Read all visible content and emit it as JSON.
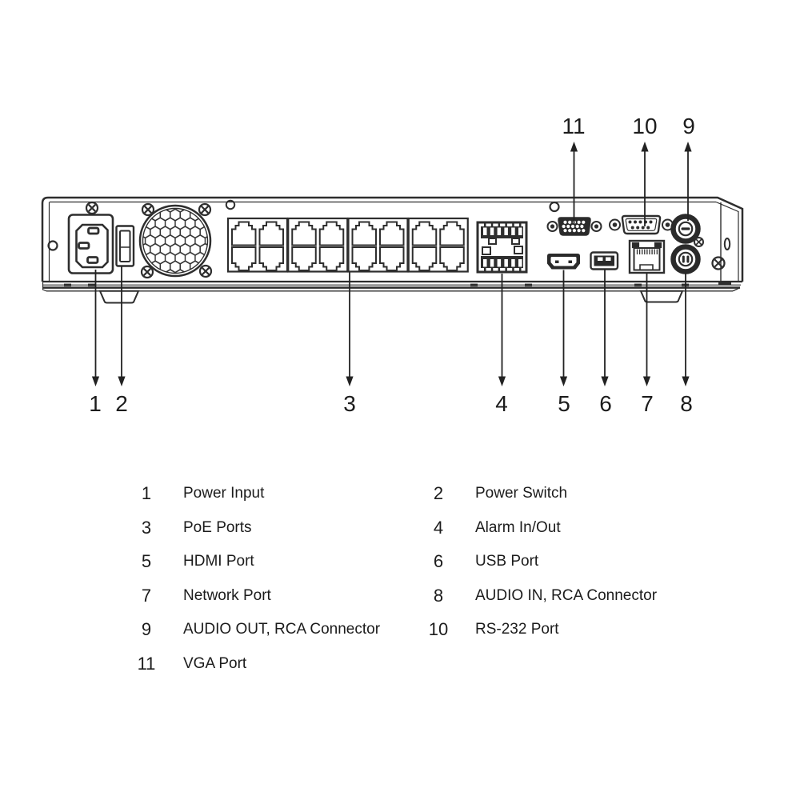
{
  "diagram_title": "NVR rear panel diagram",
  "colors": {
    "line": "#2e2e2e",
    "dark_fill": "#2a2a2a",
    "background": "#ffffff",
    "text": "#1c1c1c"
  },
  "callouts": {
    "top": [
      "11",
      "10",
      "9"
    ],
    "bottom": [
      "1",
      "2",
      "3",
      "4",
      "5",
      "6",
      "7",
      "8"
    ]
  },
  "legend": {
    "left": [
      {
        "num": "1",
        "label": "Power Input"
      },
      {
        "num": "3",
        "label": "PoE Ports"
      },
      {
        "num": "5",
        "label": "HDMI Port"
      },
      {
        "num": "7",
        "label": "Network Port"
      },
      {
        "num": "9",
        "label": "AUDIO OUT, RCA Connector"
      },
      {
        "num": "11",
        "label": "VGA Port"
      }
    ],
    "right": [
      {
        "num": "2",
        "label": "Power Switch"
      },
      {
        "num": "4",
        "label": "Alarm In/Out"
      },
      {
        "num": "6",
        "label": "USB Port"
      },
      {
        "num": "8",
        "label": "AUDIO IN, RCA Connector"
      },
      {
        "num": "10",
        "label": "RS-232 Port"
      }
    ]
  }
}
